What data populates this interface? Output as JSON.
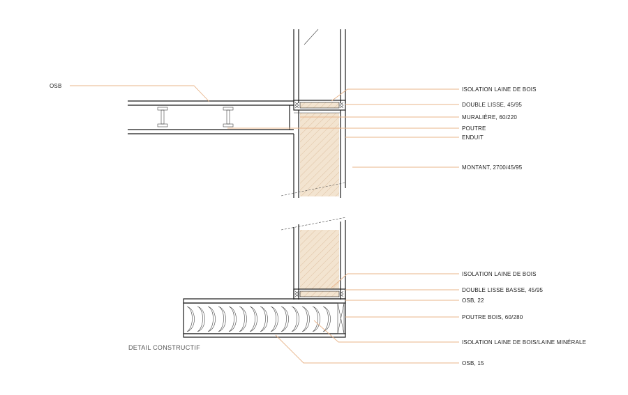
{
  "title": "DETAIL CONSTRUCTIF",
  "colors": {
    "line": "#1a1a1a",
    "leader": "#e8b48a",
    "insulation": "#f3e4d0",
    "hatch": "#d9b896",
    "label": "#222222"
  },
  "labels": {
    "osb_left": "OSB",
    "isolation_top": "ISOLATION LAINE DE BOIS",
    "double_lisse": "DOUBLE LISSE, 45/95",
    "muraliere": "MURALIÈRE, 60/220",
    "poutre": "POUTRE",
    "enduit": "ENDUIT",
    "montant": "MONTANT, 2700/45/95",
    "isolation_bottom": "ISOLATION LAINE DE BOIS",
    "double_lisse_basse": "DOUBLE LISSE BASSE, 45/95",
    "osb_22": "OSB, 22",
    "poutre_bois": "POUTRE BOIS, 60/280",
    "isolation_floor": "ISOLATION LAINE DE BOIS/LAINE MINÉRALE",
    "osb_15": "OSB, 15"
  }
}
